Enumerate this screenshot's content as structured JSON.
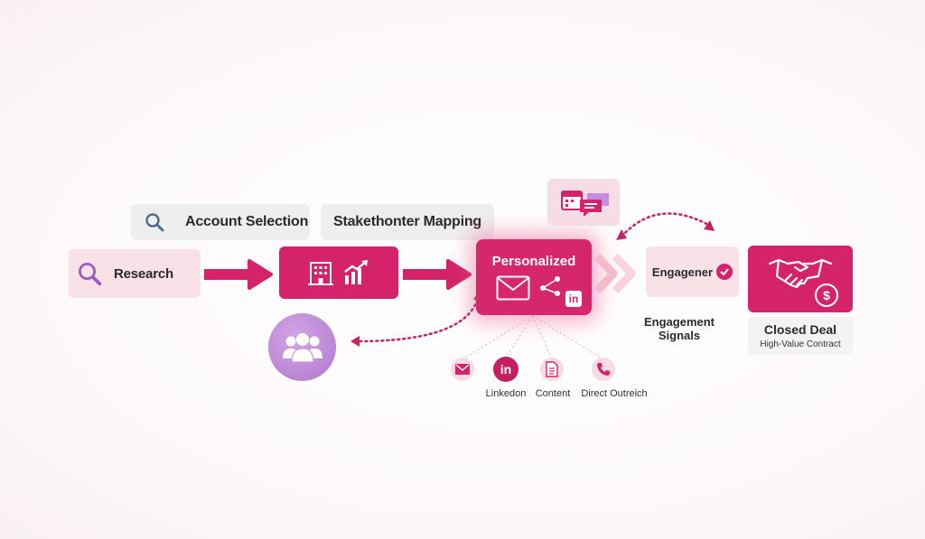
{
  "steps": {
    "account_selection": "Account Selection",
    "stakeholder_mapping": "Stakethonter Mapping",
    "research": "Research",
    "personalized": "Personalized",
    "engagement": "Engagener",
    "engagement_signals": "Engagement Signals",
    "closed_deal_title": "Closed Deal",
    "closed_deal_subtitle": "High-Value Contract"
  },
  "channels": [
    {
      "label": "Linkedon",
      "icon": "linkedin-icon"
    },
    {
      "label": "Content",
      "icon": "document-icon"
    },
    {
      "label": "Direct Outreich",
      "icon": "phone-icon"
    }
  ],
  "icons": [
    "search-icon",
    "building-icon",
    "chart-growth-icon",
    "people-icon",
    "envelope-icon",
    "calendar-icon",
    "chat-icon",
    "check-icon",
    "handshake-icon",
    "dollar-icon",
    "mail-icon"
  ],
  "colors": {
    "accent": "#d4236a",
    "accent_light": "#f8e1e7",
    "purple": "#b77bd1",
    "neutral_pill": "#eeeeef"
  }
}
